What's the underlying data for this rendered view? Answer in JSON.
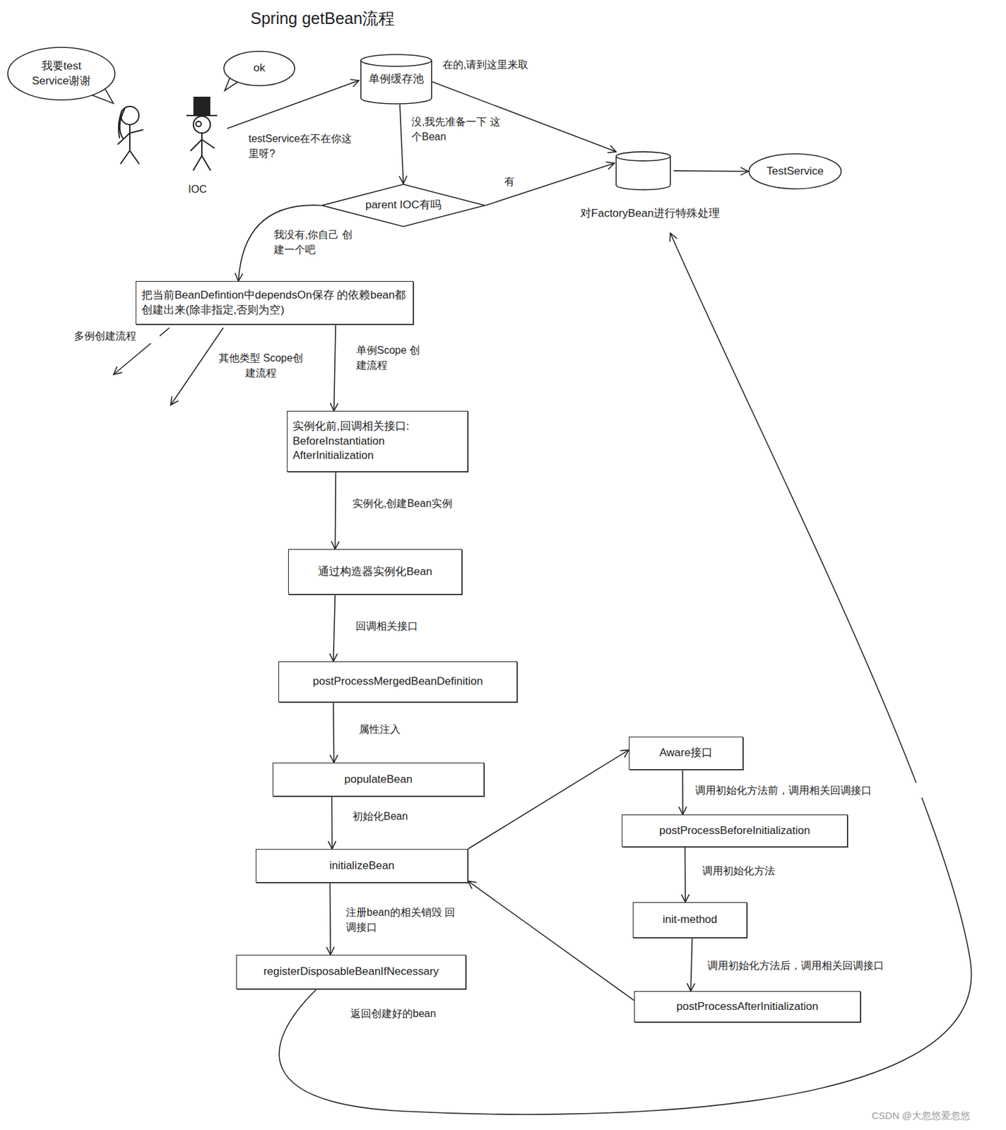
{
  "diagram": {
    "title": "Spring getBean流程",
    "nodes": [
      {
        "text": [
          "我要test Service谢谢"
        ]
      },
      {
        "text": [
          "ok"
        ]
      },
      {
        "text": [
          "单例缓存池"
        ]
      },
      {
        "text": [
          "parent IOC有吗"
        ]
      },
      {
        "text": [
          "对FactoryBean进行特殊处理"
        ]
      },
      {
        "text": [
          "TestService"
        ]
      },
      {
        "text": [
          "把当前BeanDefintion中dependsOn保存 的依赖bean都创建出来(除非指定,否则为空)"
        ]
      },
      {
        "text": [
          "实例化前,回调相关接口: BeforeInstantiation AfterInitialization"
        ]
      },
      {
        "text": [
          "通过构造器实例化Bean"
        ]
      },
      {
        "text": [
          "postProcessMergedBeanDefinition"
        ]
      },
      {
        "text": [
          "populateBean"
        ]
      },
      {
        "text": [
          "initializeBean"
        ]
      },
      {
        "text": [
          "registerDisposableBeanIfNecessary"
        ]
      },
      {
        "text": [
          "Aware接口"
        ]
      },
      {
        "text": [
          "postProcessBeforeInitialization"
        ]
      },
      {
        "text": [
          "init-method"
        ]
      },
      {
        "text": [
          "postProcessAfterInitialization"
        ]
      }
    ],
    "edges": [
      {
        "from": 2,
        "to": 4,
        "label": "在的,请到这里来取",
        "arrow": "to"
      },
      {
        "from": 2,
        "to": 3,
        "label": "没,我先准备一下 这个Bean",
        "arrow": "to"
      },
      {
        "from": 3,
        "to": 4,
        "label": "有",
        "arrow": "to"
      },
      {
        "from": 3,
        "to": 6,
        "label": "我没有,你自己 创建一个吧",
        "arrow": "to"
      },
      {
        "from": 4,
        "to": 5,
        "arrow": "to"
      },
      {
        "from": 6,
        "to": 7,
        "label": "单例Scope 创建流程",
        "arrow": "to"
      },
      {
        "from": 7,
        "to": 8,
        "label": "实例化,创建Bean实例",
        "arrow": "to"
      },
      {
        "from": 8,
        "to": 9,
        "label": "回调相关接口",
        "arrow": "to"
      },
      {
        "from": 9,
        "to": 10,
        "label": "属性注入",
        "arrow": "to"
      },
      {
        "from": 10,
        "to": 11,
        "label": "初始化Bean",
        "arrow": "to"
      },
      {
        "from": 11,
        "to": 12,
        "label": "注册bean的相关销毁 回调接口",
        "arrow": "to"
      },
      {
        "from": 11,
        "to": 13,
        "arrow": "to"
      },
      {
        "from": 13,
        "to": 14,
        "label": "调用初始化方法前，调用相关回调接口",
        "arrow": "to"
      },
      {
        "from": 14,
        "to": 15,
        "label": "调用初始化方法",
        "arrow": "to"
      },
      {
        "from": 15,
        "to": 16,
        "label": "调用初始化方法后，调用相关回调接口",
        "arrow": "to"
      },
      {
        "from": 16,
        "to": 11,
        "arrow": "to"
      },
      {
        "from": 12,
        "to": 4,
        "label": "返回创建好的bean",
        "arrow": "to"
      }
    ],
    "labels": [
      "testService在不在你这里呀?",
      "IOC",
      "多例创建流程",
      "其他类型 Scope创建流程",
      "CSDN @大忽悠爱忽悠"
    ]
  }
}
